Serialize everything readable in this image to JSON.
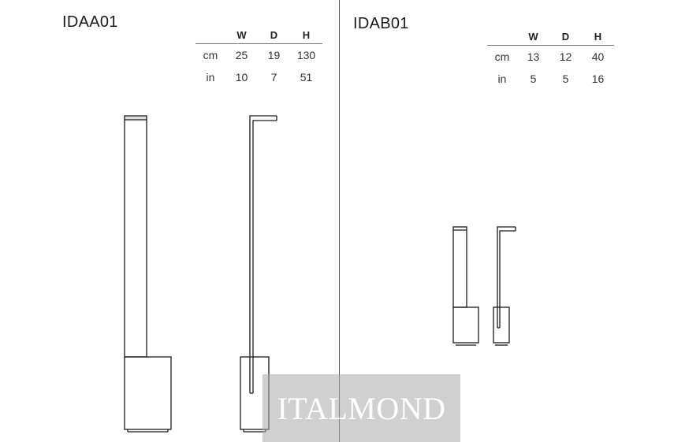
{
  "models": [
    {
      "code": "IDAA01",
      "table": {
        "headers": [
          "W",
          "D",
          "H"
        ],
        "rows": [
          {
            "unit": "cm",
            "values": [
              "25",
              "19",
              "130"
            ]
          },
          {
            "unit": "in",
            "values": [
              "10",
              "7",
              "51"
            ]
          }
        ]
      }
    },
    {
      "code": "IDAB01",
      "table": {
        "headers": [
          "W",
          "D",
          "H"
        ],
        "rows": [
          {
            "unit": "cm",
            "values": [
              "13",
              "12",
              "40"
            ]
          },
          {
            "unit": "in",
            "values": [
              "5",
              "5",
              "16"
            ]
          }
        ]
      }
    }
  ],
  "watermark": "ITALMOND",
  "colors": {
    "line": "#1a1a1a",
    "divider": "#555555",
    "watermark_bg": "#aaaaaa"
  }
}
